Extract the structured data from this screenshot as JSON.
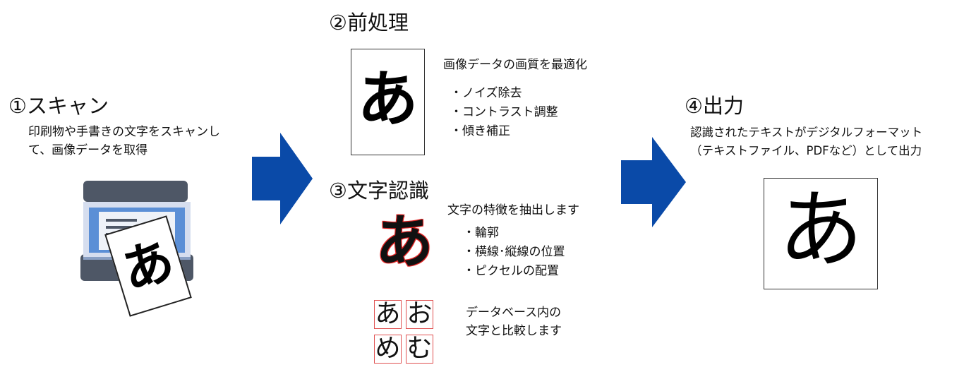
{
  "step1": {
    "title": "①スキャン",
    "desc": [
      "印刷物や手書きの文字をスキャンし",
      "て、画像データを取得"
    ],
    "scanned_char": "あ"
  },
  "step2": {
    "title": "②前処理",
    "image_char": "あ",
    "desc": "画像データの画質を最適化",
    "bullets": [
      "ノイズ除去",
      "コントラスト調整",
      "傾き補正"
    ]
  },
  "step3": {
    "title": "③文字認識",
    "image_char": "あ",
    "desc": "文字の特徴を抽出します",
    "bullets": [
      "輪郭",
      "横線･縦線の位置",
      "ピクセルの配置"
    ],
    "candidates": [
      "あ",
      "お",
      "め",
      "む"
    ],
    "compare_desc": [
      "データベース内の",
      "文字と比較します"
    ]
  },
  "step4": {
    "title": "④出力",
    "desc": [
      "認識されたテキストがデジタルフォーマット",
      "（テキストファイル、PDFなど）として出力"
    ],
    "output_char": "あ"
  },
  "colors": {
    "arrow": "#0a4aa8",
    "scanner_body": "#4e5766",
    "scanner_glass": "#5b8fd6",
    "candidate_border": "#e05050"
  }
}
